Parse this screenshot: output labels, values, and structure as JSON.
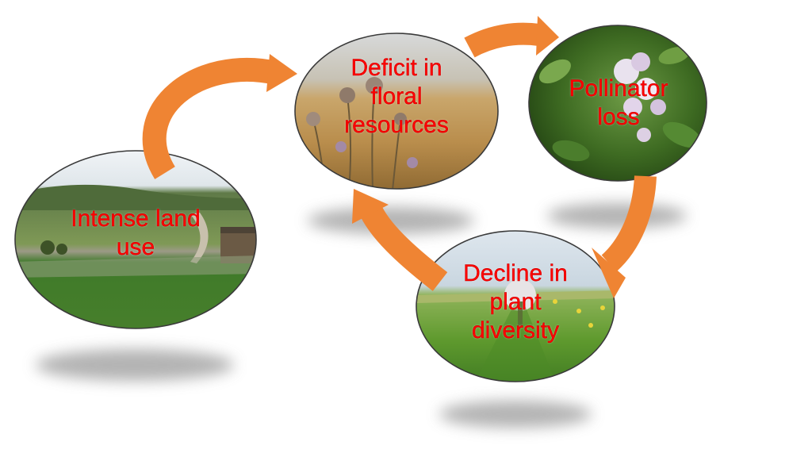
{
  "diagram": {
    "type": "cycle",
    "nodes": [
      {
        "id": "intense-land-use",
        "lines": [
          "Intense land",
          "use"
        ]
      },
      {
        "id": "deficit-floral",
        "lines": [
          "Deficit in",
          "floral",
          "resources"
        ]
      },
      {
        "id": "pollinator-loss",
        "lines": [
          "Pollinator",
          "loss"
        ]
      },
      {
        "id": "decline-plant",
        "lines": [
          "Decline in",
          "plant",
          "diversity"
        ]
      }
    ],
    "edges": [
      {
        "from": "intense-land-use",
        "to": "deficit-floral"
      },
      {
        "from": "deficit-floral",
        "to": "pollinator-loss"
      },
      {
        "from": "pollinator-loss",
        "to": "decline-plant"
      },
      {
        "from": "decline-plant",
        "to": "deficit-floral"
      }
    ]
  },
  "colors": {
    "arrow": "#ef8433",
    "label": "#ff0000",
    "node_outline": "#3a3a3a",
    "shadow": "#9a9a9a"
  }
}
